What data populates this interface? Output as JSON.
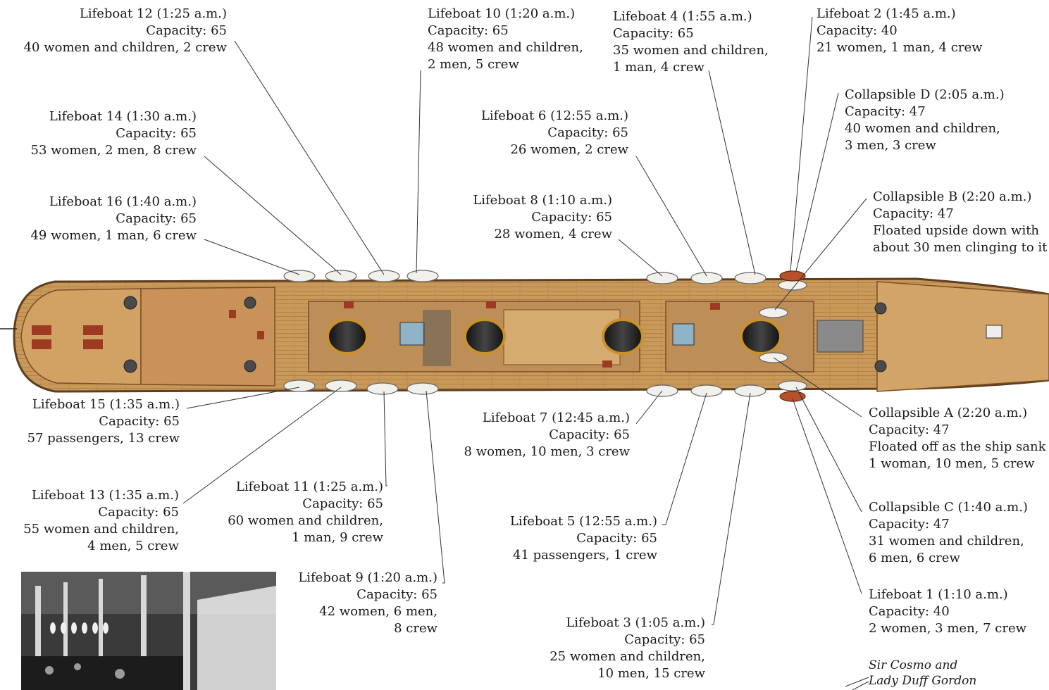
{
  "boats": {
    "lb12": {
      "title": "Lifeboat 12 (1:25 a.m.)",
      "capacity": "Capacity: 65",
      "occupants": [
        "40 women and children, 2 crew"
      ]
    },
    "lb10": {
      "title": "Lifeboat 10 (1:20 a.m.)",
      "capacity": "Capacity: 65",
      "occupants": [
        "48 women and children,",
        "2 men, 5 crew"
      ]
    },
    "lb4": {
      "title": "Lifeboat 4 (1:55 a.m.)",
      "capacity": "Capacity: 65",
      "occupants": [
        "35 women and children,",
        "1 man, 4 crew"
      ]
    },
    "lb2": {
      "title": "Lifeboat 2 (1:45 a.m.)",
      "capacity": "Capacity: 40",
      "occupants": [
        "21 women, 1 man, 4 crew"
      ]
    },
    "colD": {
      "title": "Collapsible D (2:05 a.m.)",
      "capacity": "Capacity: 47",
      "occupants": [
        "40 women and children,",
        "3 men, 3 crew"
      ]
    },
    "lb14": {
      "title": "Lifeboat 14 (1:30 a.m.)",
      "capacity": "Capacity: 65",
      "occupants": [
        "53 women, 2 men, 8 crew"
      ]
    },
    "lb6": {
      "title": "Lifeboat 6 (12:55 a.m.)",
      "capacity": "Capacity: 65",
      "occupants": [
        "26 women, 2 crew"
      ]
    },
    "colB": {
      "title": "Collapsible B (2:20 a.m.)",
      "capacity": "Capacity: 47",
      "occupants": [
        "Floated upside down with",
        "about 30 men clinging to it"
      ]
    },
    "lb16": {
      "title": "Lifeboat 16 (1:40 a.m.)",
      "capacity": "Capacity: 65",
      "occupants": [
        "49 women, 1 man, 6 crew"
      ]
    },
    "lb8": {
      "title": "Lifeboat 8 (1:10 a.m.)",
      "capacity": "Capacity: 65",
      "occupants": [
        "28 women, 4 crew"
      ]
    },
    "lb15": {
      "title": "Lifeboat 15 (1:35 a.m.)",
      "capacity": "Capacity: 65",
      "occupants": [
        "57 passengers, 13 crew"
      ]
    },
    "lb7": {
      "title": "Lifeboat 7 (12:45 a.m.)",
      "capacity": "Capacity: 65",
      "occupants": [
        "8 women, 10 men, 3 crew"
      ]
    },
    "colA": {
      "title": "Collapsible A (2:20 a.m.)",
      "capacity": "Capacity: 47",
      "occupants": [
        "Floated off as the ship sank",
        "1 woman, 10 men, 5 crew"
      ]
    },
    "lb13": {
      "title": "Lifeboat 13 (1:35 a.m.)",
      "capacity": "Capacity: 65",
      "occupants": [
        "55 women and children,",
        "4 men, 5 crew"
      ]
    },
    "lb11": {
      "title": "Lifeboat 11 (1:25 a.m.)",
      "capacity": "Capacity: 65",
      "occupants": [
        "60 women and children,",
        "1 man, 9 crew"
      ]
    },
    "colC": {
      "title": "Collapsible C (1:40 a.m.)",
      "capacity": "Capacity: 47",
      "occupants": [
        "31 women and children,",
        "6 men, 6 crew"
      ]
    },
    "lb5": {
      "title": "Lifeboat 5 (12:55 a.m.)",
      "capacity": "Capacity: 65",
      "occupants": [
        "41 passengers, 1 crew"
      ]
    },
    "lb9": {
      "title": "Lifeboat 9 (1:20 a.m.)",
      "capacity": "Capacity: 65",
      "occupants": [
        "42 women, 6 men,",
        "8 crew"
      ]
    },
    "lb1": {
      "title": "Lifeboat 1 (1:10 a.m.)",
      "capacity": "Capacity: 40",
      "occupants": [
        "2 women, 3 men, 7 crew"
      ]
    },
    "lb3": {
      "title": "Lifeboat 3 (1:05 a.m.)",
      "capacity": "Capacity: 65",
      "occupants": [
        "25 women and children,",
        "10 men, 15 crew"
      ]
    }
  },
  "photo_note": {
    "line1": "Sir Cosmo and",
    "line2": "Lady Duff Gordon"
  },
  "colors": {
    "deck": "#c89a5c",
    "deck_dark": "#8a5a2a",
    "hull_edge": "#6b4a2a",
    "lifeboat": "#f2f0ea",
    "collapsible": "#b8512a",
    "funnel": "#222222",
    "line": "#333333"
  }
}
